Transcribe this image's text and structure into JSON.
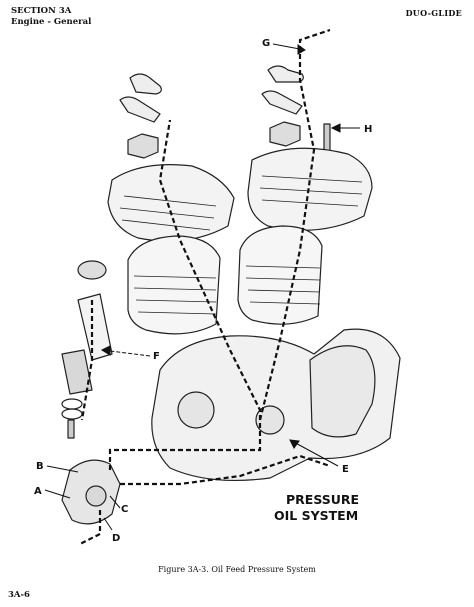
{
  "header": {
    "section": "SECTION 3A",
    "subsection": "Engine - General",
    "model": "DUO-GLIDE"
  },
  "diagram": {
    "title_line1": "PRESSURE",
    "title_line2": "OIL SYSTEM",
    "labels": {
      "a": "A",
      "b": "B",
      "c": "C",
      "d": "D",
      "e": "E",
      "f": "F",
      "g": "G",
      "h": "H"
    }
  },
  "caption": "Figure 3A-3. Oil Feed Pressure System",
  "page_number": "3A-6"
}
